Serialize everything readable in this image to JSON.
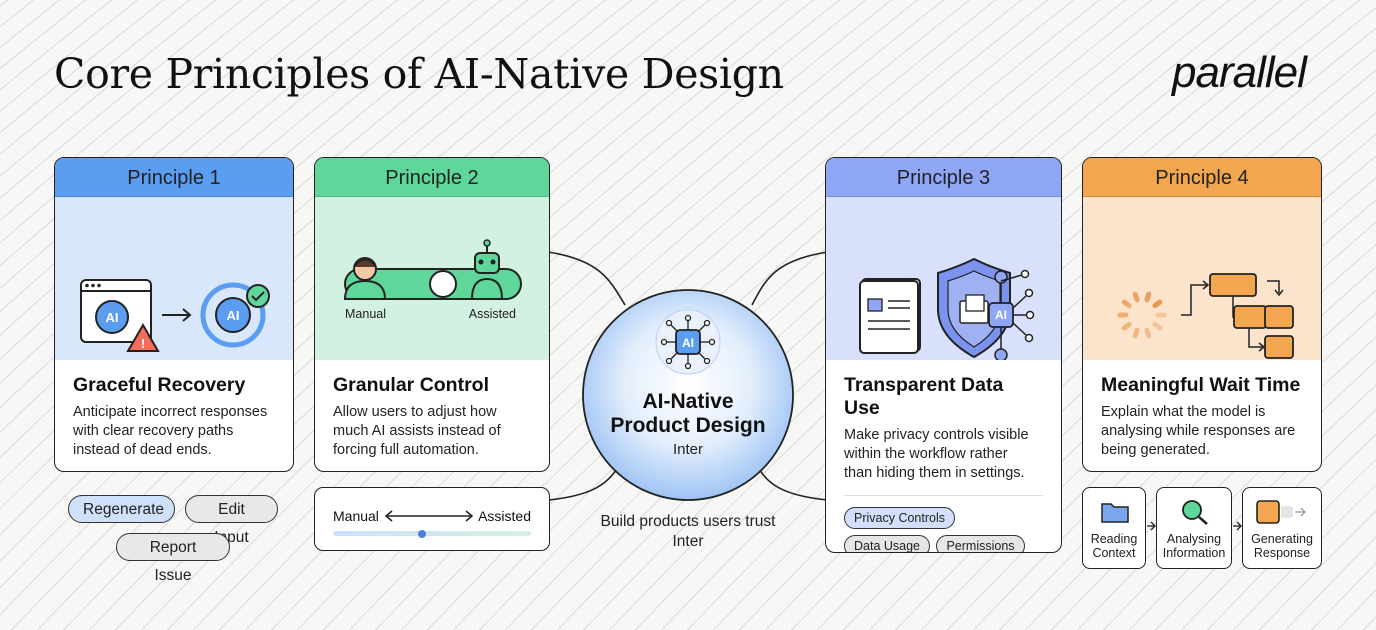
{
  "title": "Core Principles of AI-Native Design",
  "logo": "parallel",
  "colors": {
    "blue_head": "#5b9df0",
    "blue_illus": "#d8e7fb",
    "green_head": "#5fd69a",
    "green_illus": "#d3f1e1",
    "periwinkle_head": "#8ea6f4",
    "periwinkle_illus": "#d9e0fb",
    "orange_head": "#f2a64f",
    "orange_illus": "#fbe3cc"
  },
  "principles": [
    {
      "label": "Principle 1",
      "title": "Graceful Recovery",
      "text": [
        "Anticipate incorrect responses",
        "with clear recovery paths",
        "instead of dead ends."
      ],
      "icons": [
        "browser-ai-icon",
        "warning-icon",
        "arrow-right-icon",
        "ai-refresh-icon",
        "check-icon"
      ]
    },
    {
      "label": "Principle 2",
      "title": "Granular Control",
      "text": [
        "Allow users to adjust how",
        "much AI assists instead of",
        "forcing full automation."
      ],
      "illus_left": "Manual",
      "illus_right": "Assisted",
      "icons": [
        "person-icon",
        "robot-icon"
      ]
    },
    {
      "label": "Principle 3",
      "title": "Transparent Data Use",
      "text": [
        "Make privacy controls visible",
        "within the workflow rather",
        "than hiding them in settings."
      ],
      "chips": [
        "Privacy Controls",
        "Data Usage",
        "Permissions"
      ],
      "icons": [
        "document-icon",
        "shield-icon",
        "ai-network-icon"
      ]
    },
    {
      "label": "Principle 4",
      "title": "Meaningful Wait Time",
      "text": [
        "Explain what the model is",
        "analysing while responses are",
        "being generated."
      ],
      "icons": [
        "spinner-icon",
        "flowchart-icon"
      ]
    }
  ],
  "recovery_actions": [
    "Regenerate",
    "Edit Input",
    "Report Issue"
  ],
  "control_slider": {
    "left": "Manual",
    "right": "Assisted",
    "position": 0.45
  },
  "center": {
    "title_line1": "AI-Native",
    "title_line2": "Product Design",
    "font_note": "Inter",
    "caption": "Build products users trust",
    "caption_note": "Inter"
  },
  "wait_steps": [
    {
      "label_line1": "Reading",
      "label_line2": "Context",
      "icon": "folder-icon"
    },
    {
      "label_line1": "Analysing",
      "label_line2": "Information",
      "icon": "magnifier-icon"
    },
    {
      "label_line1": "Generating",
      "label_line2": "Response",
      "icon": "generate-icon"
    }
  ]
}
